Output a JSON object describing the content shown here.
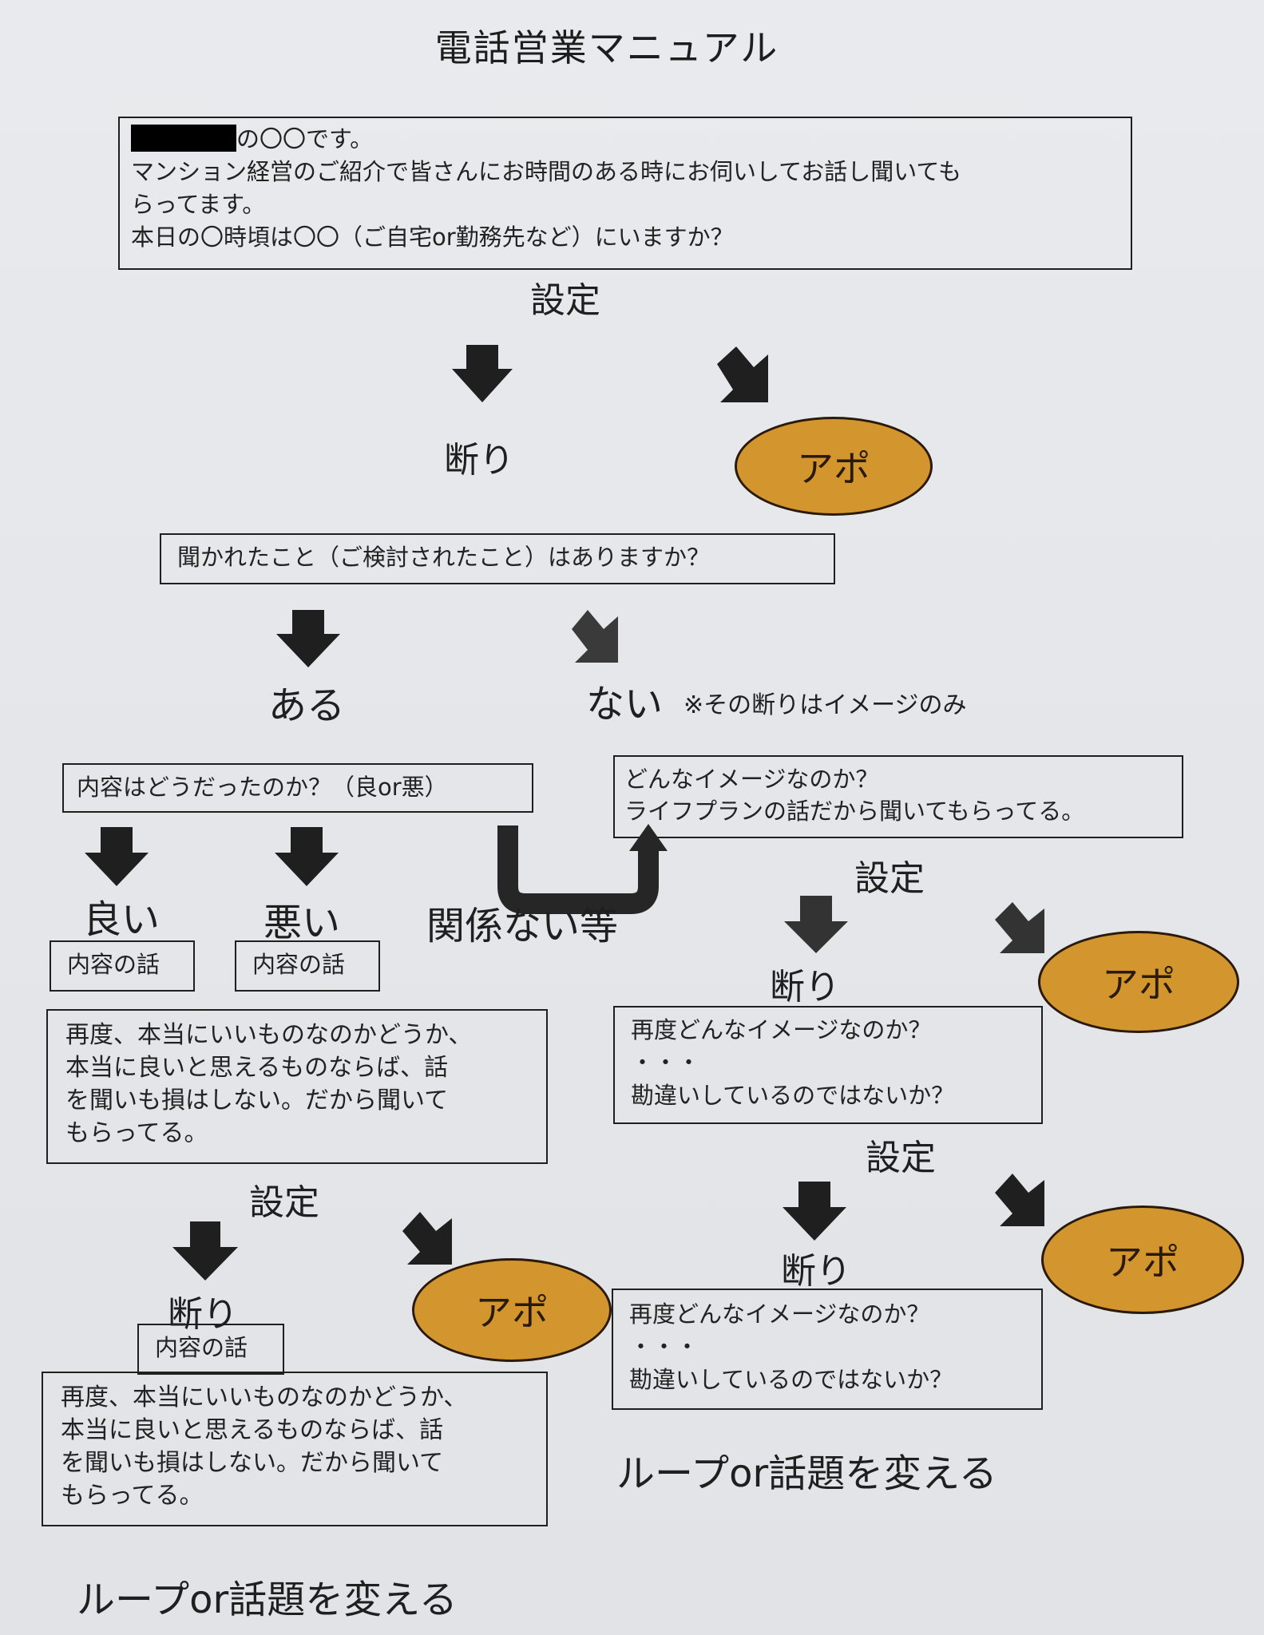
{
  "title": "電話営業マニュアル",
  "intro_box": {
    "line1_suffix": "の〇〇です。",
    "line2": "マンション経営のご紹介で皆さんにお時間のある時にお伺いしてお話し聞いても",
    "line3": "らってます。",
    "line4": "本日の〇時頃は〇〇（ご自宅or勤務先など）にいますか？"
  },
  "step1": {
    "setting": "設定",
    "refusal": "断り",
    "appointment": "アポ"
  },
  "question_box": "聞かれたこと（ご検討されたこと）はありますか？",
  "branch": {
    "yes": "ある",
    "no": "ない",
    "no_note": "※その断りはイメージのみ"
  },
  "left": {
    "content_question": "内容はどうだったのか？（良or悪）",
    "good": "良い",
    "bad": "悪い",
    "unrelated": "関係ない等",
    "content_talk_good": "内容の話",
    "content_talk_bad": "内容の話",
    "persuasion_box": "再度、本当にいいものなのかどうか、\n本当に良いと思えるものならば、話\nを聞いも損はしない。だから聞いて\nもらってる。",
    "setting": "設定",
    "refusal": "断り",
    "appointment": "アポ",
    "content_talk": "内容の話",
    "persuasion_box2": "再度、本当にいいものなのかどうか、\n本当に良いと思えるものならば、話\nを聞いも損はしない。だから聞いて\nもらってる。",
    "loop": "ループor話題を変える"
  },
  "right": {
    "image_box": "どんなイメージなのか？\nライフプランの話だから聞いてもらってる。",
    "setting1": "設定",
    "refusal1": "断り",
    "appointment1": "アポ",
    "reimage_box1": "再度どんなイメージなのか？\n・・・\n勘違いしているのではないか？",
    "setting2": "設定",
    "refusal2": "断り",
    "appointment2": "アポ",
    "reimage_box2": "再度どんなイメージなのか？\n・・・\n勘違いしているのではないか？",
    "loop": "ループor話題を変える"
  },
  "colors": {
    "appointment_fill": "#d3952e",
    "ink": "#1f1f1f"
  }
}
